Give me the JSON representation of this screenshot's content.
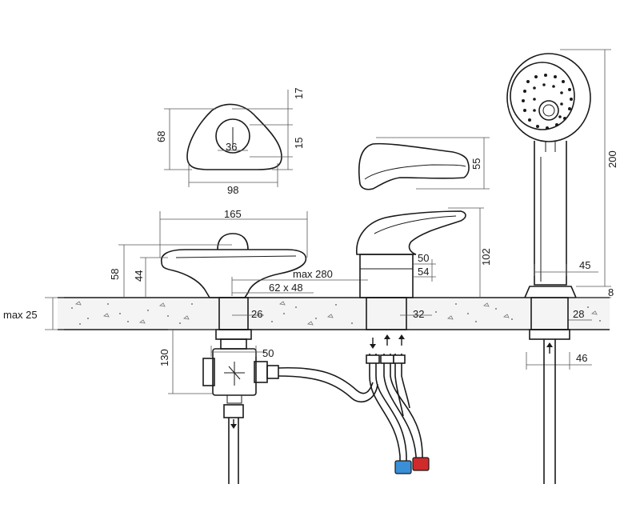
{
  "labels": {
    "top_17": "17",
    "top_68": "68",
    "top_36": "36",
    "top_15": "15",
    "top_98": "98",
    "spout_55": "55",
    "shower_200": "200",
    "width_165": "165",
    "height_58": "58",
    "height_44": "44",
    "max_280": "max 280",
    "hole_62x48": "62 x 48",
    "mixer_50": "50",
    "mixer_54": "54",
    "mixer_102": "102",
    "max_25": "max 25",
    "pipe_26": "26",
    "pipe_32": "32",
    "shower_45": "45",
    "shower_8": "8",
    "shower_28": "28",
    "depth_130": "130",
    "valve_50": "50",
    "shower_46": "46"
  },
  "colors": {
    "line": "#1a1a1a",
    "dimension": "#555555",
    "counter_fill": "#f4f4f4",
    "cold_connector": "#3a8fd6",
    "hot_connector": "#d12a2a"
  }
}
